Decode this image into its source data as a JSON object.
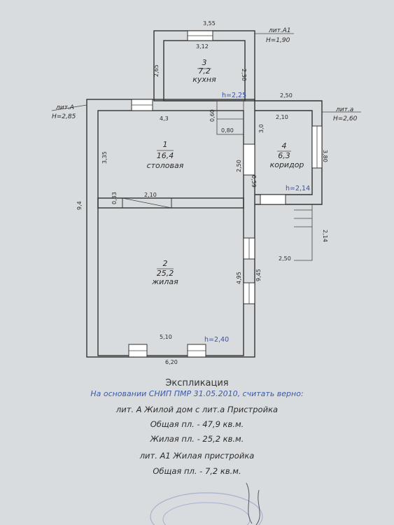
{
  "plan": {
    "room3": {
      "num": "3",
      "area": "7,2",
      "name": "кухня"
    },
    "room1": {
      "num": "1",
      "area": "16,4",
      "name": "столовая"
    },
    "room4": {
      "num": "4",
      "area": "6,3",
      "name": "коридор"
    },
    "room2": {
      "num": "2",
      "area": "25,2",
      "name": "жилая"
    },
    "lit_a1": {
      "name": "лит.А1",
      "h": "Н=1,90"
    },
    "lit_A": {
      "name": "лит.А",
      "h": "Н=2,85"
    },
    "lit_a": {
      "name": "лит.а",
      "h": "Н=2,60"
    },
    "heights": {
      "kitchen": "h=2,25",
      "corridor": "h=2,14",
      "living": "h=2,40"
    },
    "dims": {
      "d355": "3,55",
      "d312": "3,12",
      "d265": "2,65",
      "d230": "2,30",
      "d250a": "2,50",
      "d210a": "2,10",
      "d43": "4,3",
      "d060": "0,60",
      "d080": "0,80",
      "d30": "3,0",
      "d380": "3,80",
      "d335": "3,35",
      "d94": "9,4",
      "d250b": "2,50",
      "d059": "0,59",
      "d033": "0,33",
      "d210b": "2,10",
      "d214": "2,14",
      "d250c": "2,50",
      "d495": "4,95",
      "d945": "9,45",
      "d510": "5,10",
      "d620": "6,20"
    }
  },
  "explication": {
    "title": "Экспликация",
    "note": "На основании СНИП ПМР 31.05.2010, считать верно:",
    "line1": "лит. А Жилой дом с лит.а Пристройка",
    "line2": "Общая пл. - 47,9 кв.м.",
    "line3": "Жилая пл. - 25,2 кв.м.",
    "line4": "лит. А1 Жилая пристройка",
    "line5": "Общая пл. - 7,2 кв.м."
  },
  "colors": {
    "paper": "#d9dcdf",
    "ink": "#2a2a2a",
    "blue": "#3a4fa0"
  }
}
